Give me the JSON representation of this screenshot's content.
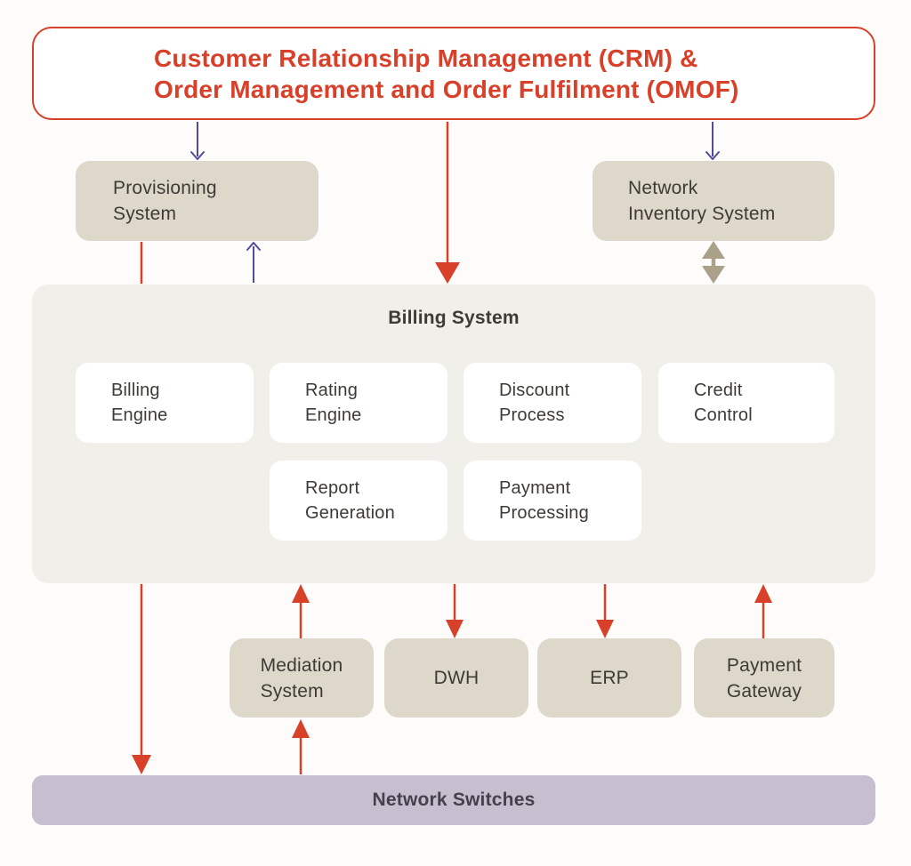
{
  "colors": {
    "page_bg": "#fdfcfa",
    "white": "#ffffff",
    "red": "#d8402a",
    "beige": "#ddd8ca",
    "billing_bg": "#f1efe9",
    "lavender": "#c7bed0",
    "blue": "#514b9e",
    "taupe": "#aba089",
    "text_dark": "#3e3a36"
  },
  "crm": {
    "line1": "Customer Relationship Management (CRM) &",
    "line2": "Order Management and Order Fulfilment (OMOF)"
  },
  "provisioning": {
    "line1": "Provisioning",
    "line2": "System"
  },
  "network_inventory": {
    "line1": "Network",
    "line2": "Inventory System"
  },
  "billing": {
    "title": "Billing System",
    "modules": [
      {
        "line1": "Billing",
        "line2": "Engine"
      },
      {
        "line1": "Rating",
        "line2": "Engine"
      },
      {
        "line1": "Discount",
        "line2": "Process"
      },
      {
        "line1": "Credit",
        "line2": "Control"
      },
      {
        "line1": "Report",
        "line2": "Generation"
      },
      {
        "line1": "Payment",
        "line2": "Processing"
      }
    ]
  },
  "external": {
    "mediation": {
      "line1": "Mediation",
      "line2": "System"
    },
    "dwh": {
      "label": "DWH"
    },
    "erp": {
      "label": "ERP"
    },
    "payment_gateway": {
      "line1": "Payment",
      "line2": "Gateway"
    }
  },
  "network_switches": {
    "label": "Network Switches"
  }
}
